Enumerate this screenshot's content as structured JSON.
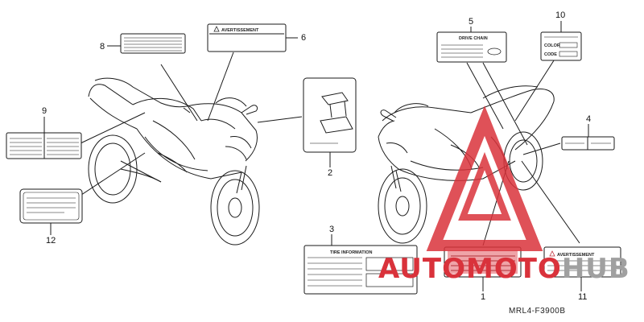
{
  "diagram": {
    "code": "MRL4-F3900B",
    "part_numbers": [
      "1",
      "2",
      "3",
      "4",
      "5",
      "6",
      "8",
      "9",
      "10",
      "11",
      "12"
    ],
    "label_texts": {
      "label_6": "AVERTISSEMENT",
      "label_4": "DRIVE CHAIN",
      "label_10_a": "COLOR",
      "label_10_b": "CODE",
      "label_3": "TIRE INFORMATION",
      "label_11": "AVERTISSEMENT"
    }
  },
  "watermark": {
    "text_a": "AUTO",
    "text_b": "MOTO",
    "text_c": "HUB",
    "color_red": "#d9323b",
    "color_gray": "#a0a0a0"
  },
  "colors": {
    "line": "#1a1a1a",
    "label_gray": "#8a8a8a",
    "red_tint": "#e25a60"
  }
}
